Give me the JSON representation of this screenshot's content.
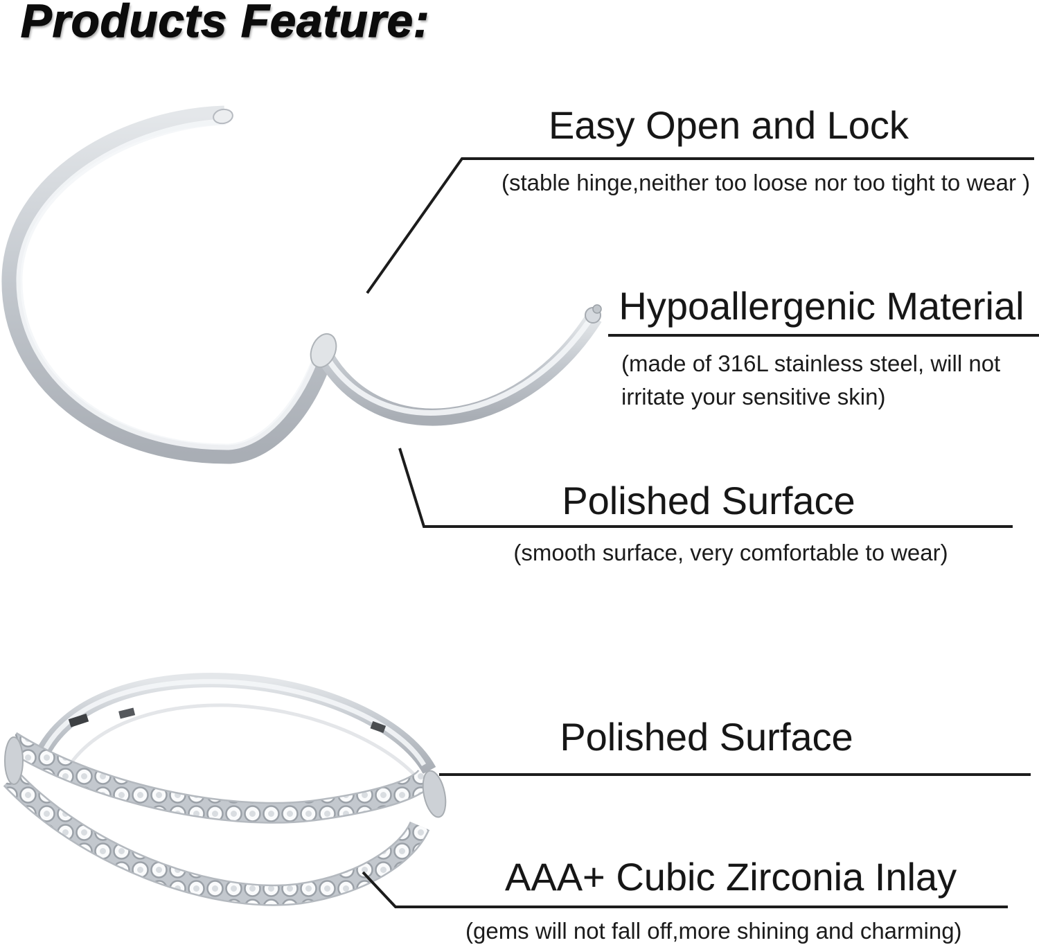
{
  "title": "Products Feature:",
  "colors": {
    "background": "#ffffff",
    "text": "#1b1b1b",
    "leader_line": "#1c1c1c",
    "metal_light": "#f3f5f7",
    "metal_mid": "#c9cdd3",
    "metal_dark": "#9ba1a8"
  },
  "callouts": [
    {
      "heading": "Easy Open and Lock",
      "subtitle": "(stable hinge,neither too loose nor too tight to wear )"
    },
    {
      "heading": "Hypoallergenic Material",
      "subtitle_line1": "(made of 316L stainless steel, will not",
      "subtitle_line2": "irritate your sensitive skin)"
    },
    {
      "heading": "Polished Surface",
      "subtitle": "(smooth surface, very comfortable to wear)"
    },
    {
      "heading": "Polished Surface"
    },
    {
      "heading": "AAA+ Cubic Zirconia Inlay",
      "subtitle": "(gems will not fall off,more shining and charming)"
    }
  ]
}
